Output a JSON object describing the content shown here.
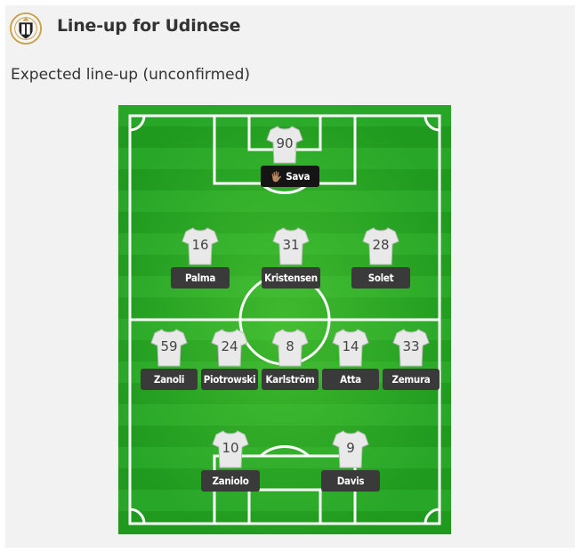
{
  "header": {
    "title": "Line-up for Udinese"
  },
  "subtitle": "Expected line-up (unconfirmed)",
  "colors": {
    "pitch_dark": "#1f9a1f",
    "pitch_light": "#2aa82a",
    "label_bg": "#3a3a3a",
    "gk_label_bg": "#151515"
  },
  "icons": {
    "crest": "udinese-crest-icon",
    "shirt": "shirt-icon",
    "glove": "goalkeeper-glove-icon"
  },
  "lineup": {
    "goalkeeper": {
      "number": "90",
      "name": "Sava"
    },
    "defenders": [
      {
        "number": "16",
        "name": "Palma"
      },
      {
        "number": "31",
        "name": "Kristensen"
      },
      {
        "number": "28",
        "name": "Solet"
      }
    ],
    "midfielders": [
      {
        "number": "59",
        "name": "Zanoli"
      },
      {
        "number": "24",
        "name": "Piotrowski"
      },
      {
        "number": "8",
        "name": "Karlström"
      },
      {
        "number": "14",
        "name": "Atta"
      },
      {
        "number": "33",
        "name": "Zemura"
      }
    ],
    "forwards": [
      {
        "number": "10",
        "name": "Zaniolo"
      },
      {
        "number": "9",
        "name": "Davis"
      }
    ]
  }
}
